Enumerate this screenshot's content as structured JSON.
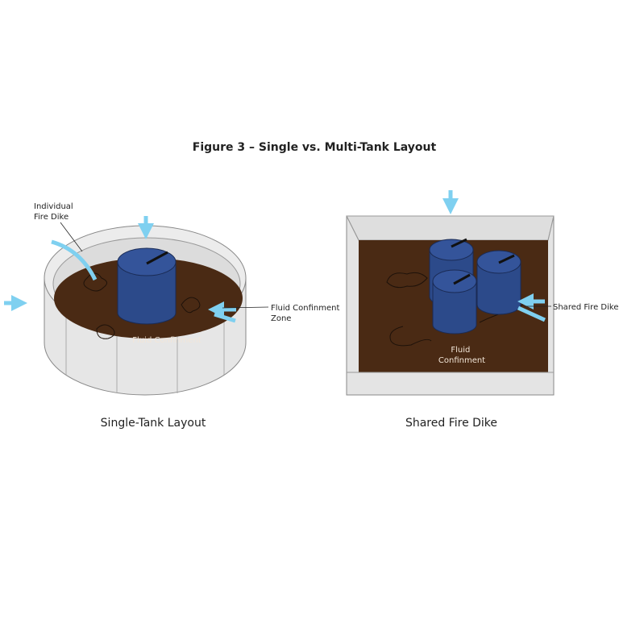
{
  "title": "Figure 3 – Single vs. Multi-Tank Layout",
  "left_panel": {
    "caption": "Single-Tank Layout",
    "label_dike_line1": "Individual",
    "label_dike_line2": "Fire Dike",
    "label_zone_line1": "Fluid Confinment",
    "label_zone_line2": "Zone",
    "floor_label": "Fluid Confinment"
  },
  "right_panel": {
    "caption": "Shared Fire Dike",
    "label_dike": "Shared Fire Dike",
    "floor_label_line1": "Fluid",
    "floor_label_line2": "Confinment"
  },
  "colors": {
    "tank": "#2c4a8a",
    "floor": "#4a2a14",
    "wall": "#e4e4e4",
    "arrow": "#7fd0f0"
  }
}
